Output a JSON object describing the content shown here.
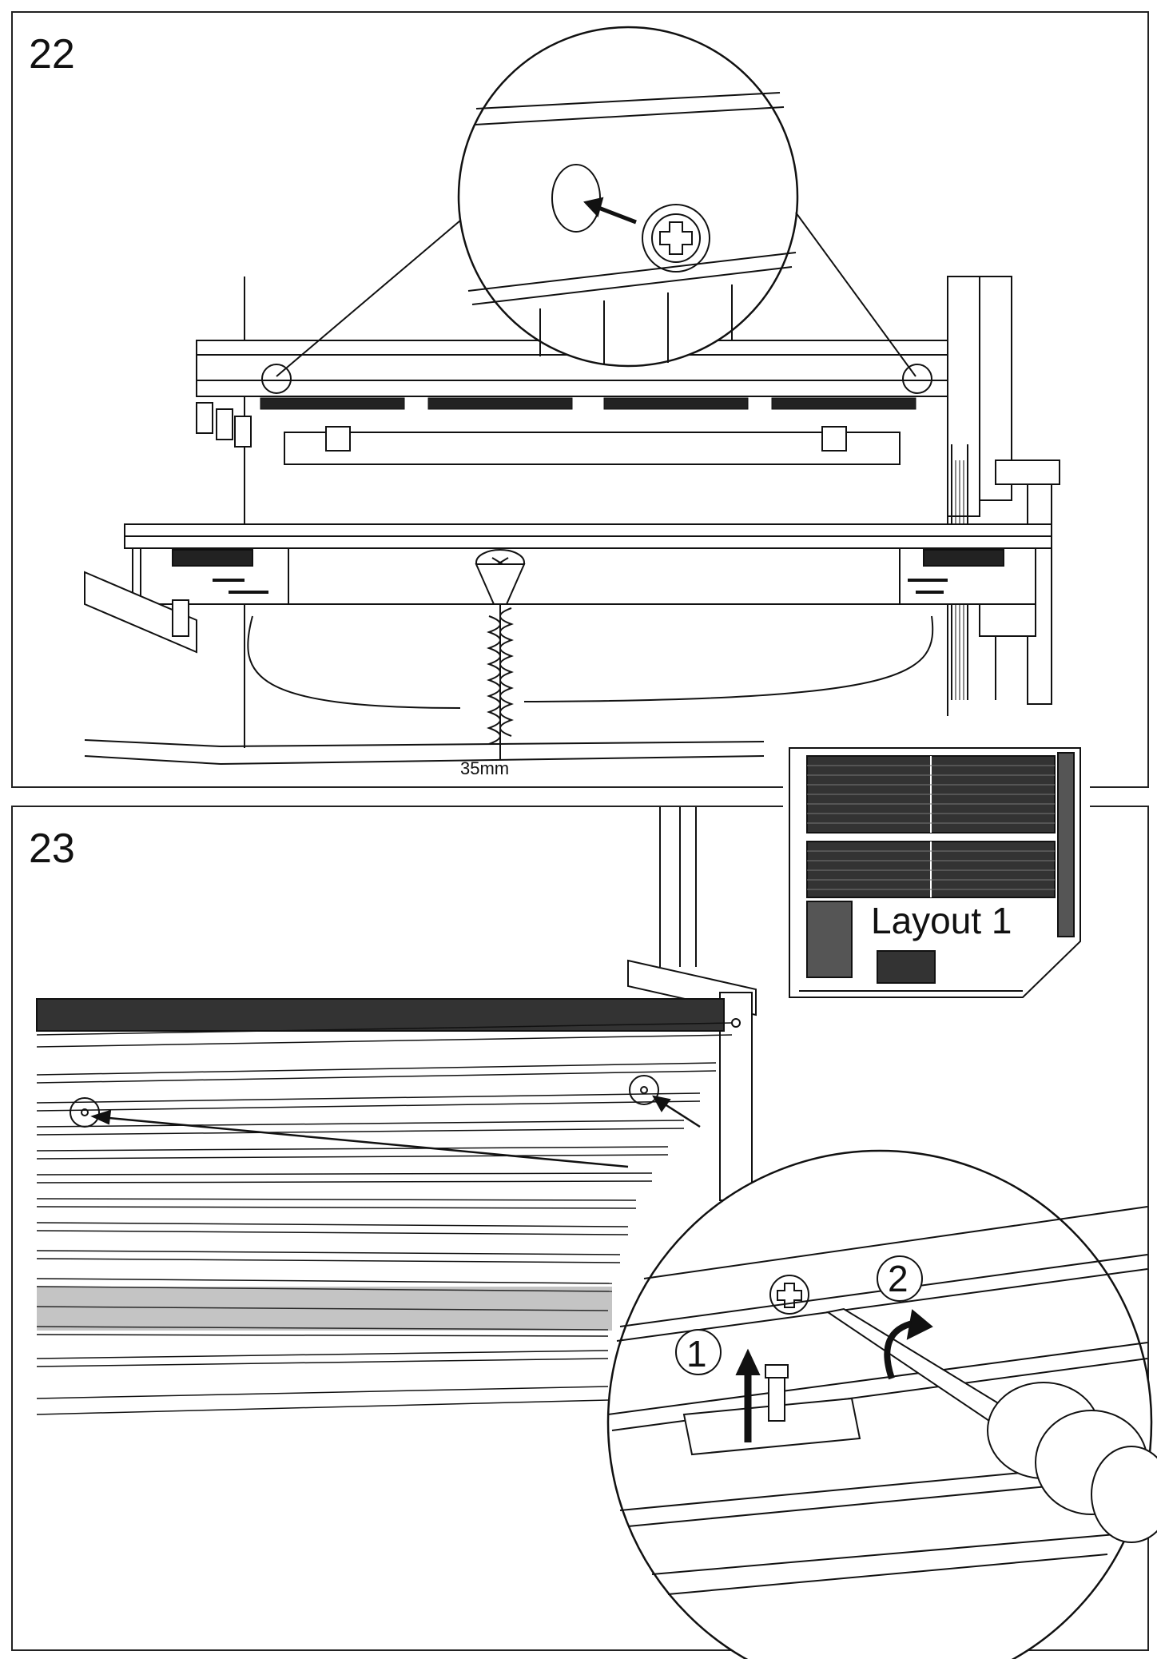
{
  "steps": [
    {
      "number": "22",
      "screw_length": "35mm"
    },
    {
      "number": "23",
      "substeps": [
        "1",
        "2"
      ]
    }
  ],
  "inset": {
    "label": "Layout 1"
  },
  "colors": {
    "line": "#111111",
    "paper": "#ffffff"
  }
}
